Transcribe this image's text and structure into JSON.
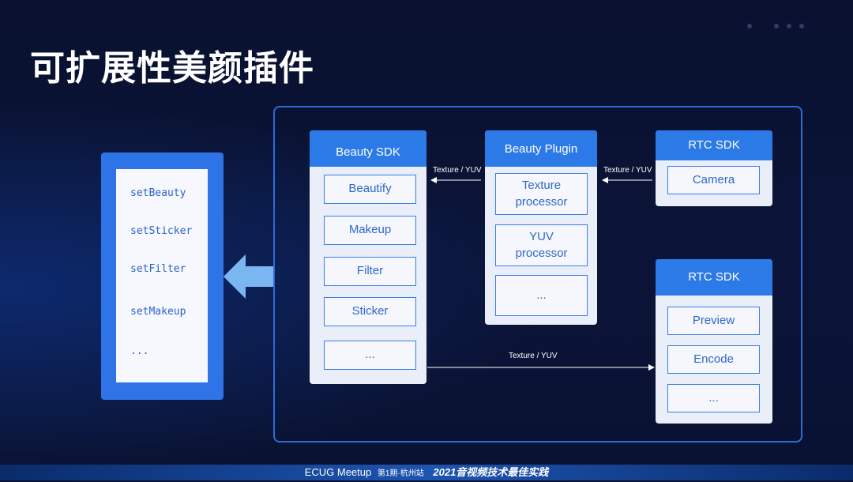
{
  "slide": {
    "title": "可扩展性美颜插件"
  },
  "api": {
    "items": [
      "setBeauty",
      "setSticker",
      "setFilter",
      "setMakeup",
      "..."
    ]
  },
  "beauty_sdk": {
    "title": "Beauty SDK",
    "items": [
      "Beautify",
      "Makeup",
      "Filter",
      "Sticker",
      "..."
    ]
  },
  "beauty_plugin": {
    "title": "Beauty Plugin",
    "items": [
      "Texture processor",
      "YUV processor",
      "..."
    ]
  },
  "rtc_top": {
    "title": "RTC SDK",
    "items": [
      "Camera"
    ]
  },
  "rtc_bottom": {
    "title": "RTC SDK",
    "items": [
      "Preview",
      "Encode",
      "..."
    ]
  },
  "edges": {
    "plugin_to_sdk": "Texture / YUV",
    "rtc_to_plugin": "Texture / YUV",
    "sdk_to_rtc": "Texture / YUV"
  },
  "footer": {
    "event": "ECUG Meetup",
    "session": "第1期·杭州站",
    "theme": "2021音视频技术最佳实践"
  }
}
